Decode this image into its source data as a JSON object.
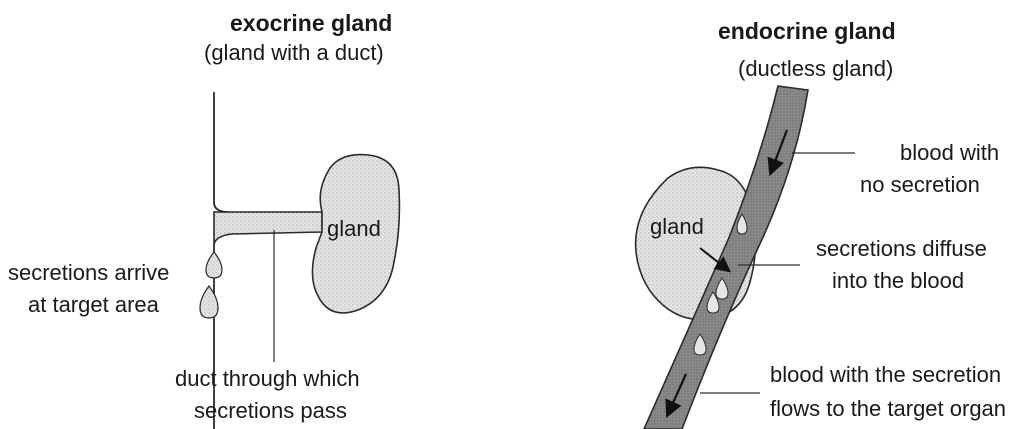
{
  "exocrine": {
    "title": "exocrine gland",
    "subtitle": "(gland with a duct)",
    "gland_label": "gland",
    "target_label_line1": "secretions arrive",
    "target_label_line2": "at target area",
    "duct_label_line1": "duct through which",
    "duct_label_line2": "secretions pass"
  },
  "endocrine": {
    "title": "endocrine gland",
    "subtitle": "(ductless gland)",
    "gland_label": "gland",
    "no_secretion_line1": "blood with",
    "no_secretion_line2": "no secretion",
    "diffuse_line1": "secretions diffuse",
    "diffuse_line2": "into the blood",
    "with_secretion_line1": "blood with the secretion",
    "with_secretion_line2": "flows to the target organ"
  },
  "colors": {
    "stroke": "#2b2b2b",
    "gland_fill": "#dcdcdc",
    "vessel_fill": "#8f8f8f",
    "drop_fill": "#e6e6e6"
  }
}
